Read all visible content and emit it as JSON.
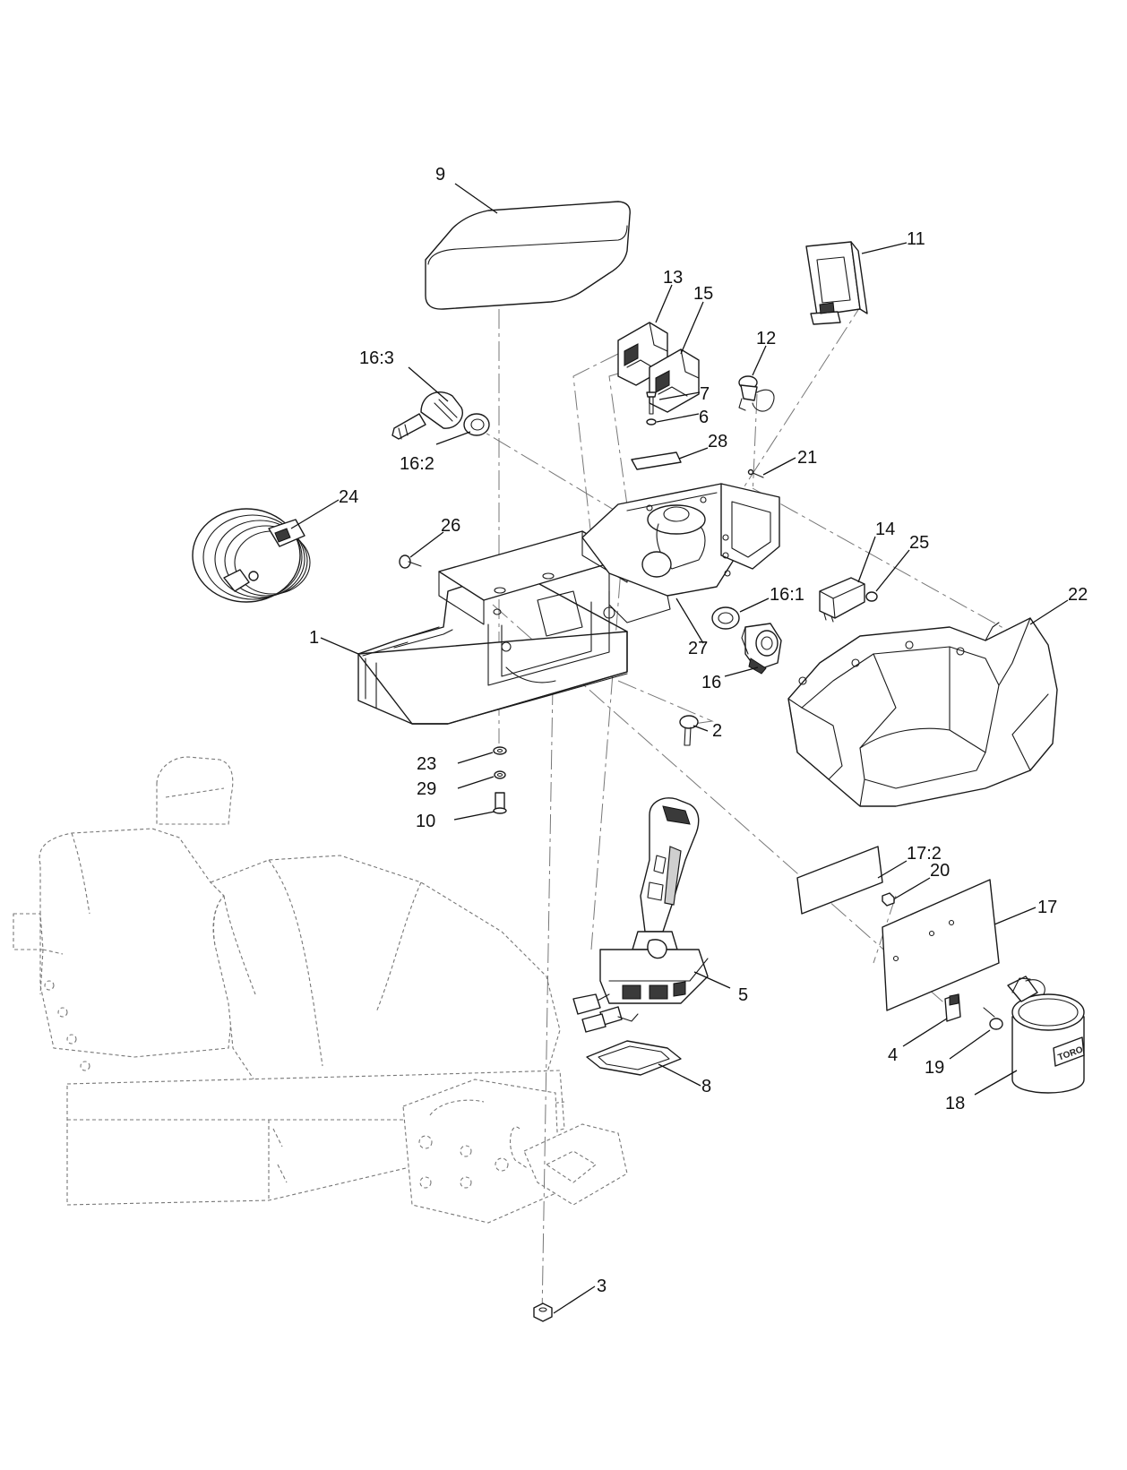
{
  "callouts": [
    {
      "id": "c-9",
      "label": "9"
    },
    {
      "id": "c-11",
      "label": "11"
    },
    {
      "id": "c-13",
      "label": "13"
    },
    {
      "id": "c-15",
      "label": "15"
    },
    {
      "id": "c-12",
      "label": "12"
    },
    {
      "id": "c-16-3",
      "label": "16:3"
    },
    {
      "id": "c-7",
      "label": "7"
    },
    {
      "id": "c-6",
      "label": "6"
    },
    {
      "id": "c-16-2",
      "label": "16:2"
    },
    {
      "id": "c-28",
      "label": "28"
    },
    {
      "id": "c-21",
      "label": "21"
    },
    {
      "id": "c-24",
      "label": "24"
    },
    {
      "id": "c-26",
      "label": "26"
    },
    {
      "id": "c-14",
      "label": "14"
    },
    {
      "id": "c-25",
      "label": "25"
    },
    {
      "id": "c-22",
      "label": "22"
    },
    {
      "id": "c-16-1",
      "label": "16:1"
    },
    {
      "id": "c-1",
      "label": "1"
    },
    {
      "id": "c-27",
      "label": "27"
    },
    {
      "id": "c-16",
      "label": "16"
    },
    {
      "id": "c-2",
      "label": "2"
    },
    {
      "id": "c-23",
      "label": "23"
    },
    {
      "id": "c-29",
      "label": "29"
    },
    {
      "id": "c-10",
      "label": "10"
    },
    {
      "id": "c-17-2",
      "label": "17:2"
    },
    {
      "id": "c-20",
      "label": "20"
    },
    {
      "id": "c-17",
      "label": "17"
    },
    {
      "id": "c-5",
      "label": "5"
    },
    {
      "id": "c-4",
      "label": "4"
    },
    {
      "id": "c-19",
      "label": "19"
    },
    {
      "id": "c-8",
      "label": "8"
    },
    {
      "id": "c-18",
      "label": "18"
    },
    {
      "id": "c-3",
      "label": "3"
    }
  ],
  "cup_logo": "TORO"
}
